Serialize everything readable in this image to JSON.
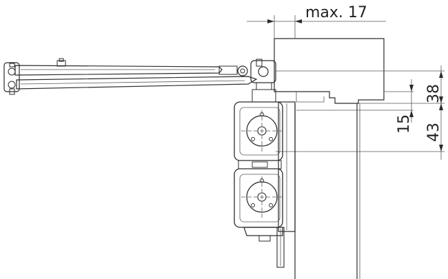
{
  "dimensions": {
    "top_offset": "max. 17",
    "right_a": "38",
    "right_b": "43",
    "middle": "15"
  },
  "colors": {
    "line": "#2a2a2a",
    "arm_fill": "#e8e8e8",
    "body_fill": "#f3f3f3",
    "hatch": "#9a9a9a"
  }
}
